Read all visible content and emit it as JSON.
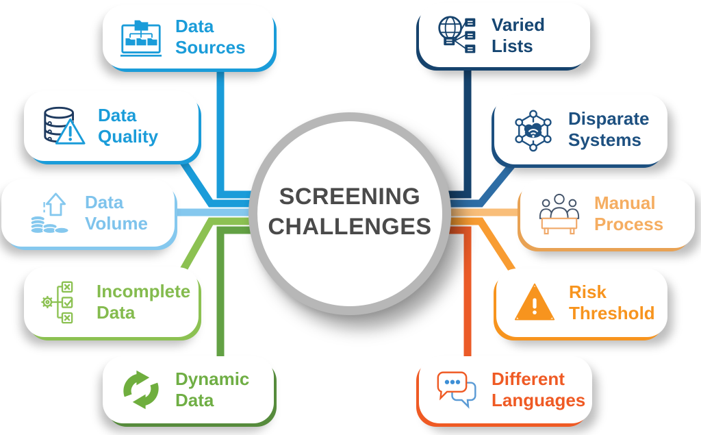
{
  "center": {
    "title_line1": "SCREENING",
    "title_line2": "CHALLENGES",
    "ring_color": "#b7b7b7",
    "text_color": "#4a4a4a"
  },
  "items": [
    {
      "id": "data-sources",
      "label_line1": "Data",
      "label_line2": "Sources",
      "color": "#1a9cd9",
      "line_color": "#1a9cd9",
      "icon": "data-sources-icon",
      "side": "left"
    },
    {
      "id": "data-quality",
      "label_line1": "Data",
      "label_line2": "Quality",
      "color": "#1a9cd9",
      "line_color": "#1a9cd9",
      "icon": "database-warning-icon",
      "side": "left"
    },
    {
      "id": "data-volume",
      "label_line1": "Data",
      "label_line2": "Volume",
      "color": "#7ec3ec",
      "line_color": "#85c8ee",
      "icon": "coins-arrow-up-icon",
      "side": "left"
    },
    {
      "id": "incomplete-data",
      "label_line1": "Incomplete",
      "label_line2": "Data",
      "color": "#84bb4e",
      "line_color": "#8cc152",
      "icon": "gear-checklist-icon",
      "side": "left"
    },
    {
      "id": "dynamic-data",
      "label_line1": "Dynamic",
      "label_line2": "Data",
      "color": "#6fae44",
      "line_color": "#63a144",
      "icon": "refresh-cycle-icon",
      "side": "left"
    },
    {
      "id": "varied-lists",
      "label_line1": "Varied",
      "label_line2": "Lists",
      "color": "#164672",
      "line_color": "#16436d",
      "icon": "globe-lists-icon",
      "side": "right"
    },
    {
      "id": "disparate-systems",
      "label_line1": "Disparate",
      "label_line2": "Systems",
      "color": "#1d5080",
      "line_color": "#2e6da5",
      "icon": "network-cloud-icon",
      "side": "right"
    },
    {
      "id": "manual-process",
      "label_line1": "Manual",
      "label_line2": "Process",
      "color": "#f5ad61",
      "line_color": "#f9be79",
      "icon": "people-desk-icon",
      "side": "right"
    },
    {
      "id": "risk-threshold",
      "label_line1": "Risk",
      "label_line2": "Threshold",
      "color": "#f7941e",
      "line_color": "#f89c32",
      "icon": "warning-triangle-icon",
      "side": "right"
    },
    {
      "id": "different-languages",
      "label_line1": "Different",
      "label_line2": "Languages",
      "color": "#ef5a24",
      "line_color": "#eb5b28",
      "icon": "chat-bubbles-icon",
      "side": "right"
    }
  ]
}
